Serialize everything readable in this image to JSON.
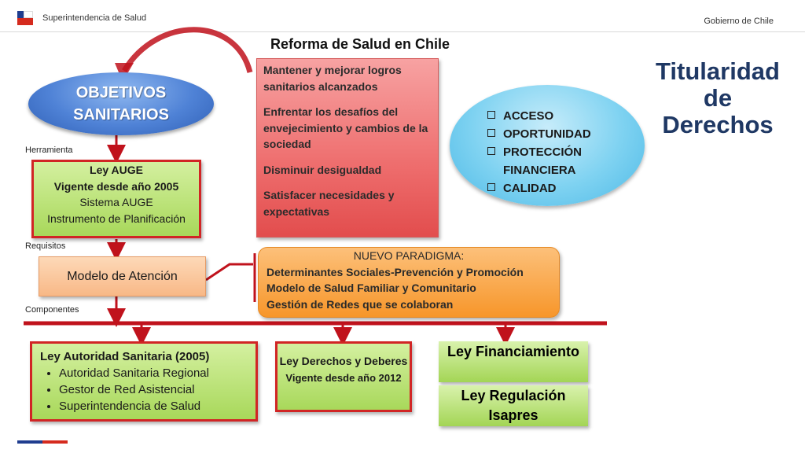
{
  "header": {
    "org": "Superintendencia de Salud",
    "gov": "Gobierno de Chile"
  },
  "title": "Reforma de Salud en Chile",
  "titularidad": [
    "Titularidad",
    "de",
    "Derechos"
  ],
  "objetivos": [
    "OBJETIVOS",
    "SANITARIOS"
  ],
  "labels": {
    "herramienta": "Herramienta",
    "requisitos": "Requisitos",
    "componentes": "Componentes"
  },
  "objetivos_list": [
    "Mantener y mejorar logros sanitarios alcanzados",
    "Enfrentar los desafíos del envejecimiento y cambios de la sociedad",
    "Disminuir desigualdad",
    "Satisfacer  necesidades y expectativas"
  ],
  "derechos_list": [
    "ACCESO",
    "OPORTUNIDAD",
    "PROTECCIÓN FINANCIERA",
    "CALIDAD"
  ],
  "auge": {
    "line1": "Ley AUGE",
    "line2": "Vigente desde año 2005",
    "line3": "Sistema AUGE",
    "line4": "Instrumento de Planificación"
  },
  "modelo": "Modelo de Atención",
  "paradigma": {
    "heading": "NUEVO PARADIGMA:",
    "lines": [
      "Determinantes Sociales-Prevención y Promoción",
      "Modelo de Salud Familiar y Comunitario",
      "Gestión de Redes que se colaboran"
    ]
  },
  "autoridad": {
    "heading": "Ley Autoridad Sanitaria (2005)",
    "items": [
      "Autoridad Sanitaria Regional",
      "Gestor de Red Asistencial",
      "Superintendencia de Salud"
    ]
  },
  "ley_derechos": {
    "line1": "Ley  Derechos y Deberes",
    "line2": "Vigente desde año 2012"
  },
  "ley_financiamiento": "Ley Financiamiento",
  "ley_isapres": "Ley  Regulación Isapres",
  "colors": {
    "arrow_red": "#c0121c",
    "title_blue": "#1f3864"
  }
}
